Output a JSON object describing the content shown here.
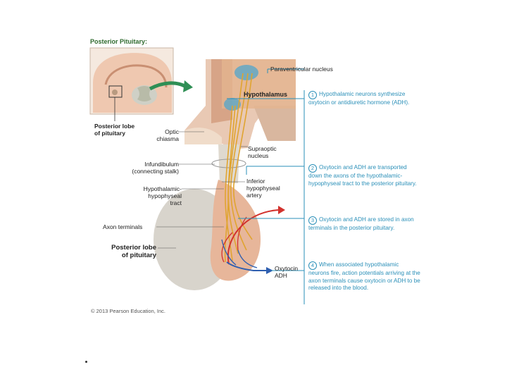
{
  "title": "Posterior Pituitary:",
  "labels": {
    "posterior_lobe_inset": "Posterior lobe\nof pituitary",
    "optic_chiasma": "Optic\nchiasma",
    "infundibulum": "Infundibulum\n(connecting stalk)",
    "tract": "Hypothalamic-\nhypophyseal\ntract",
    "axon_terminals": "Axon terminals",
    "posterior_lobe": "Posterior lobe\nof pituitary",
    "paraventricular": "Paraventricular nucleus",
    "hypothalamus": "Hypothalamus",
    "supraoptic": "Supraoptic\nnucleus",
    "inferior_artery": "Inferior\nhypophyseal\nartery",
    "hormones_out": "Oxytocin\nADH"
  },
  "steps": [
    {
      "num": "1",
      "text": "Hypothalamic neurons synthesize oxytocin or antidiuretic hormone (ADH)."
    },
    {
      "num": "2",
      "text": "Oxytocin and ADH are transported down the axons of the hypothalamic- hypophyseal tract to the posterior pituitary."
    },
    {
      "num": "3",
      "text": "Oxytocin and ADH are stored in axon terminals in the posterior pituitary."
    },
    {
      "num": "4",
      "text": "When associated hypothalamic neurons fire, action potentials arriving  at the axon terminals cause oxytocin or ADH to be released into the blood."
    }
  ],
  "copyright": "© 2013 Pearson Education, Inc.",
  "colors": {
    "tissue": "#e9c9b4",
    "tissue_dark": "#d7a487",
    "hypothalamus_band": "#e4b48e",
    "nucleus_blue": "#5aa6c8",
    "axon": "#e0a430",
    "artery": "#d2322d",
    "vein": "#2f5fb0",
    "lobe_gray": "#d8d4cc",
    "callout_blue": "#2a8fb8",
    "arrow_green": "#2f8f55"
  }
}
